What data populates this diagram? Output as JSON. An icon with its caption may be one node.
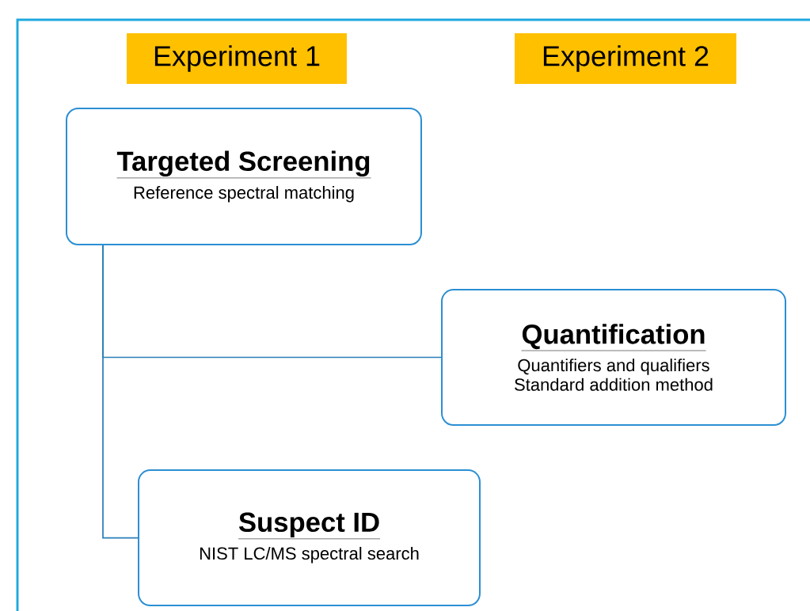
{
  "diagram": {
    "nodes": [
      {
        "text": [
          "Experiment 1"
        ]
      },
      {
        "text": [
          "Experiment 2"
        ]
      },
      {
        "text": [
          "Targeted Screening",
          "Reference spectral matching"
        ]
      },
      {
        "text": [
          "Quantification",
          "Quantifiers and qualifiers",
          "Standard addition method"
        ]
      },
      {
        "text": [
          "Suspect ID",
          "NIST LC/MS spectral search"
        ]
      }
    ],
    "edges": [
      {
        "from": 2,
        "to": 3,
        "arrow": "none"
      },
      {
        "from": 2,
        "to": 4,
        "arrow": "none"
      }
    ]
  }
}
